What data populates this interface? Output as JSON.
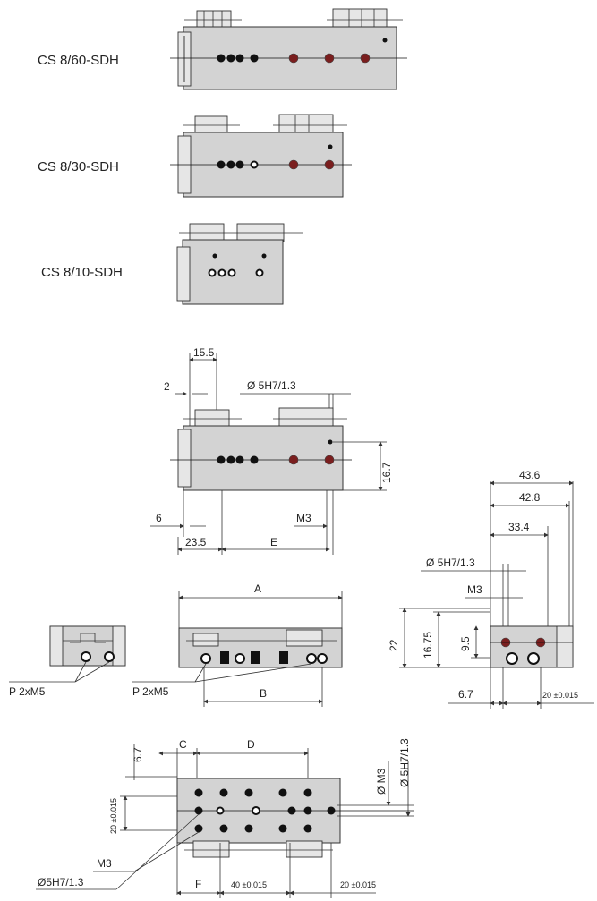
{
  "models": [
    "CS 8/60-SDH",
    "CS 8/30-SDH",
    "CS 8/10-SDH"
  ],
  "dimensions": {
    "top_view": {
      "d15_5": "15.5",
      "d2": "2",
      "bore": "Ø 5H7/1.3",
      "d16_7": "16.7",
      "d6": "6",
      "m3": "M3",
      "d23_5": "23.5",
      "e": "E"
    },
    "side_view": {
      "d43_6": "43.6",
      "d42_8": "42.8",
      "d33_4": "33.4",
      "bore": "Ø 5H7/1.3",
      "m3": "M3",
      "d22": "22",
      "d16_75": "16.75",
      "d9_5": "9.5",
      "d6_7": "6.7",
      "d20tol": "20 ±0.015"
    },
    "front_view": {
      "a": "A",
      "b": "B",
      "port_left": "P 2xM5",
      "port_mid": "P 2xM5"
    },
    "bottom_view": {
      "c": "C",
      "d": "D",
      "d6_7": "6.7",
      "d20tol_v": "20 ±0.015",
      "m3_v": "Ø M3",
      "bore_v": "Ø 5H7/1.3",
      "m3": "M3",
      "bore": "Ø5H7/1.3",
      "f": "F",
      "d40tol": "40 ±0.015",
      "d20tol": "20 ±0.015"
    }
  }
}
